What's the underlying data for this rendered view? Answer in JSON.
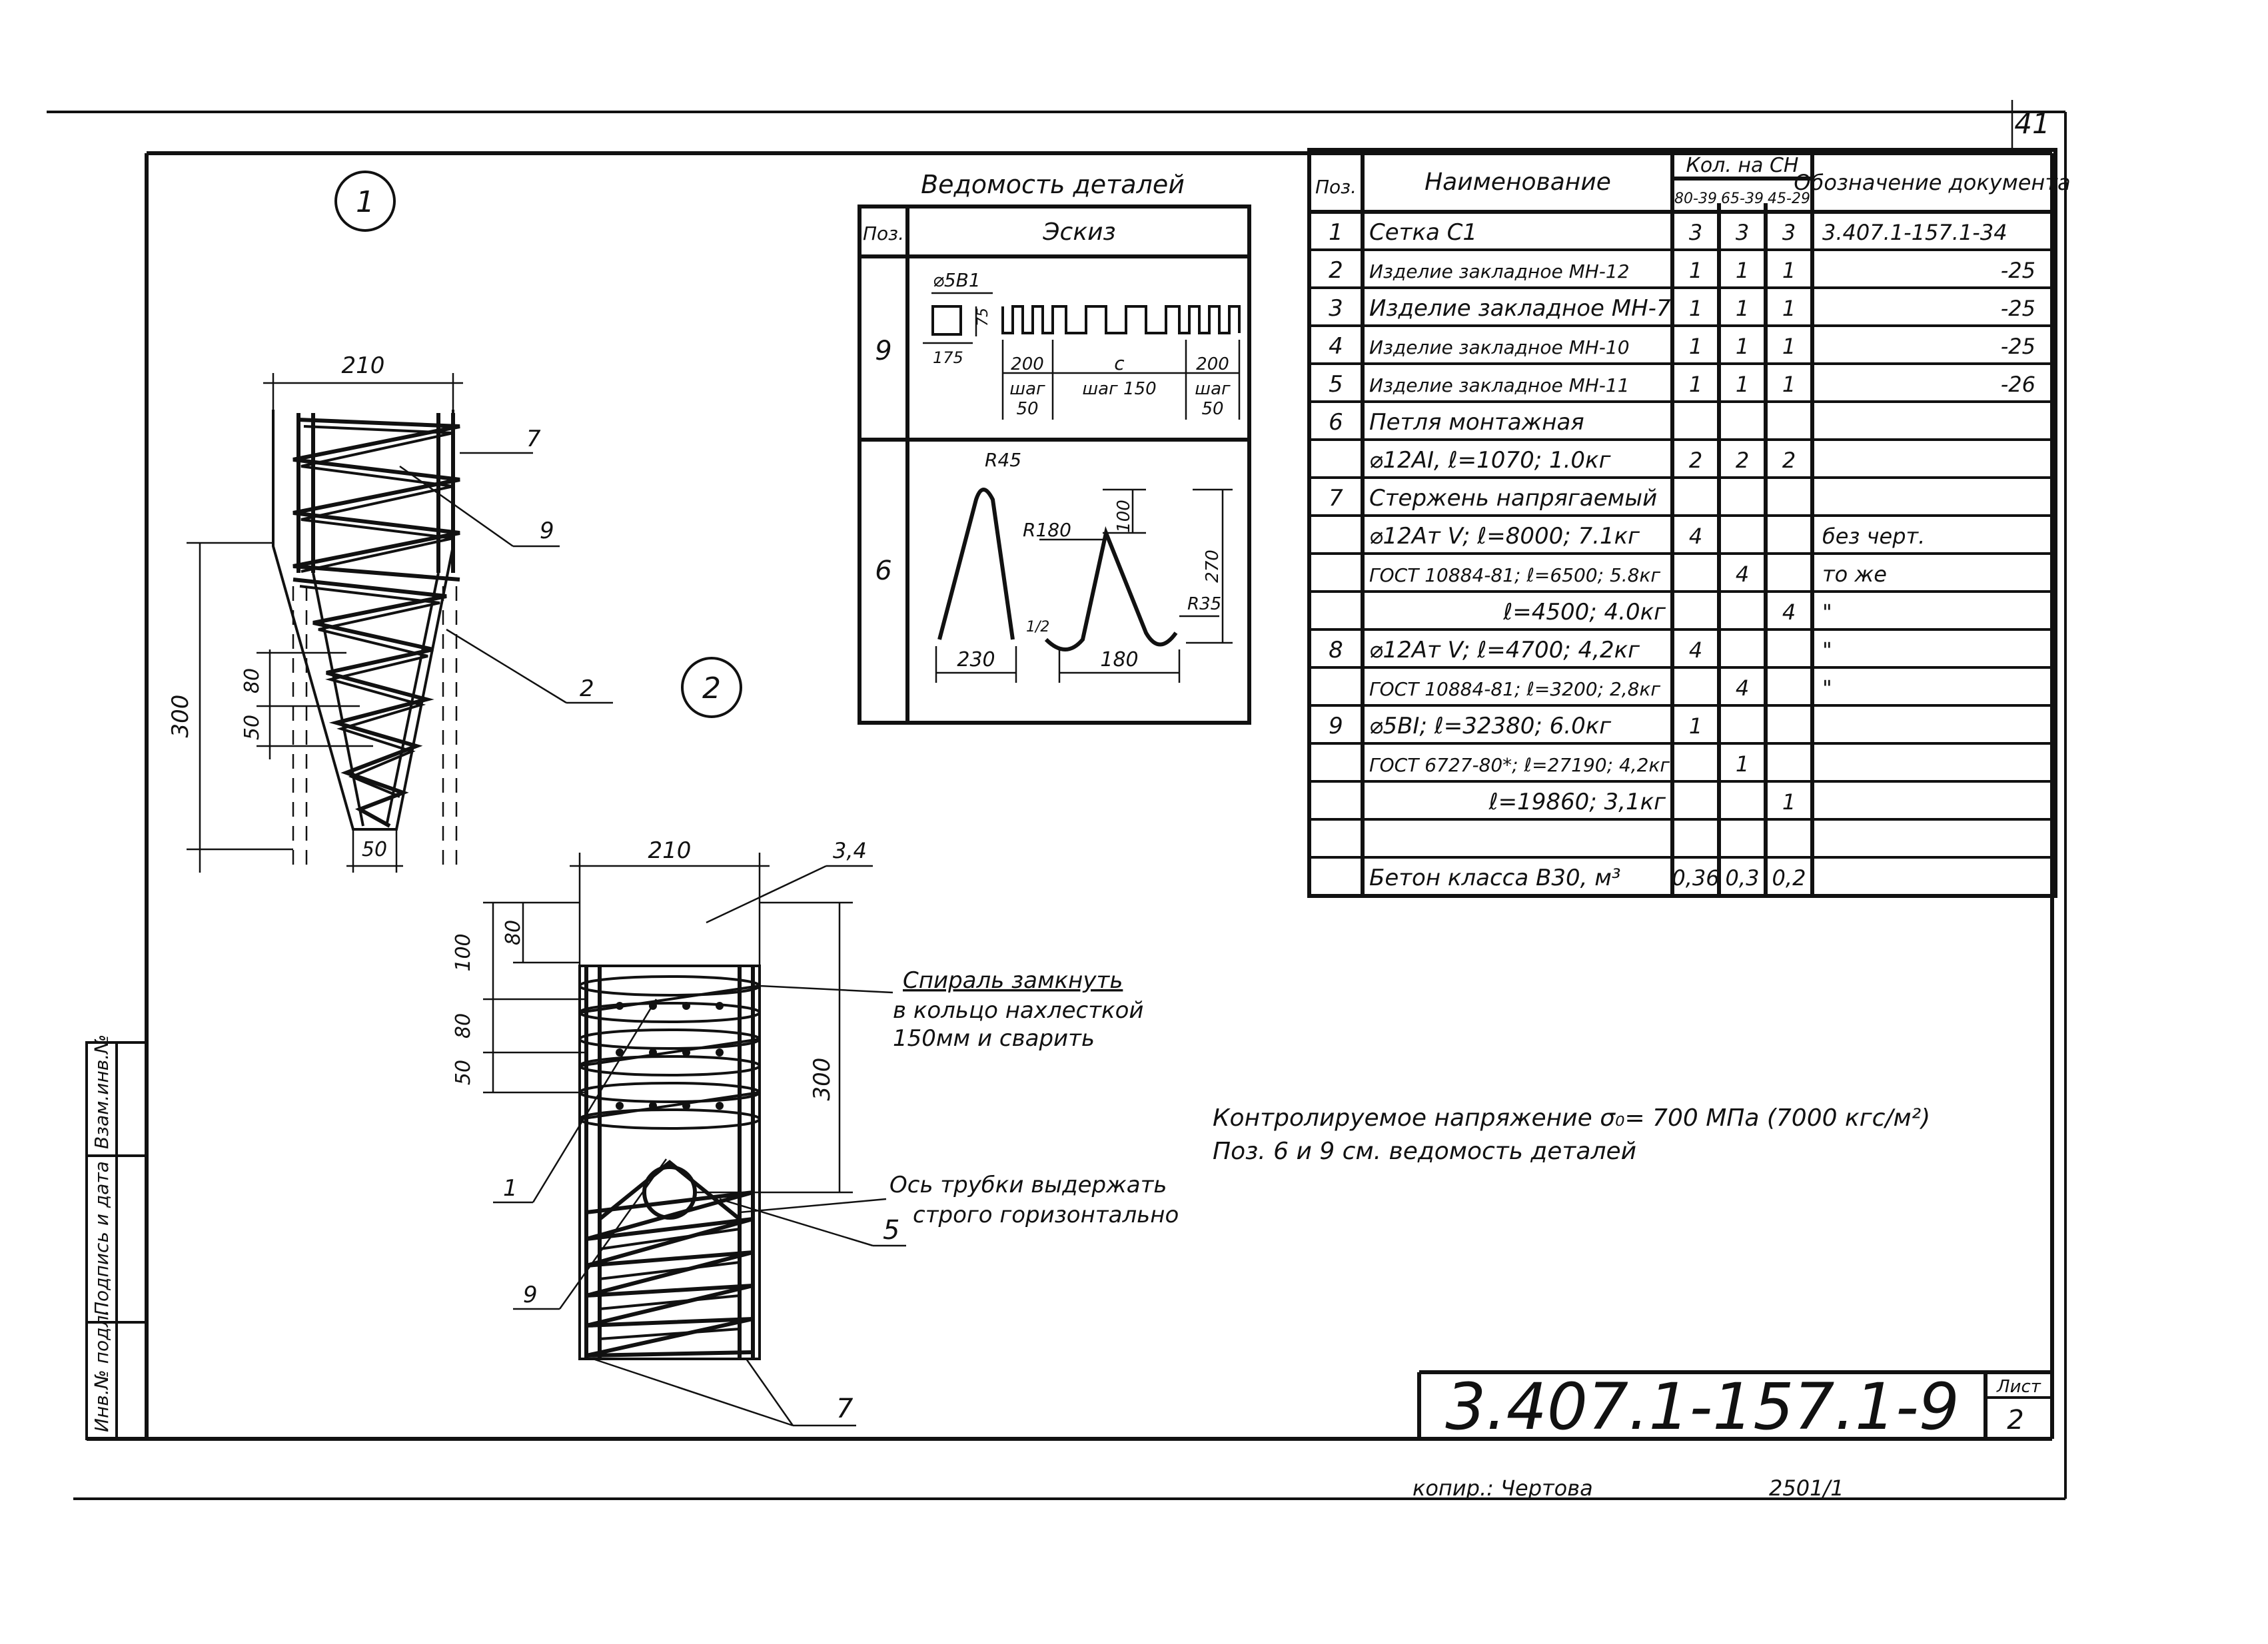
{
  "sheet_number": "41",
  "doc_code": "3.407.1-157.1-9",
  "list_label": "Лист",
  "list_value": "2",
  "copy_note": "копир.: Чертова",
  "copy_num": "2501/1",
  "view1_label": "1",
  "view2_label": "2",
  "side_stamp": [
    "Инв.№ подл.",
    "Подпись и дата",
    "Взам.инв.№"
  ],
  "view1_dims": {
    "top_width": "210",
    "height": "300",
    "pitch_a": "80",
    "pitch_b": "50",
    "bottom_width": "50",
    "callouts": [
      "7",
      "9",
      "2"
    ]
  },
  "view2_dims": {
    "top_width": "210",
    "height": "300",
    "dim_100": "100",
    "dim_80_top": "80",
    "dim_80": "80",
    "dim_50": "50",
    "callouts": [
      "3,4",
      "1",
      "9",
      "5",
      "7"
    ]
  },
  "notes": {
    "spiral_1": "Спираль замкнуть",
    "spiral_2": "в кольцо нахлесткой",
    "spiral_3": "150мм и сварить",
    "tube_1": "Ось трубки выдержать",
    "tube_2": "строго горизонтально",
    "stress_1": "Контролируемое   напряжение  σ₀= 700 МПа (7000 кгс/м²)",
    "stress_2": "Поз. 6 и 9 см.  ведомость   деталей"
  },
  "detail_sheet": {
    "title": "Ведомость деталей",
    "col_pos": "Поз.",
    "col_sketch": "Эскиз",
    "rows": [
      {
        "pos": "9",
        "labels": [
          "⌀5В1",
          "175",
          "75",
          "200",
          "с",
          "200",
          "шаг",
          "50",
          "шаг 150",
          "шаг",
          "50"
        ]
      },
      {
        "pos": "6",
        "labels": [
          "R45",
          "R180",
          "100",
          "270",
          "R35",
          "230",
          "180",
          "1/2"
        ]
      }
    ]
  },
  "spec_table": {
    "headers": {
      "pos": "Поз.",
      "name": "Наименование",
      "qty": "Кол. на СН",
      "qty_cols": [
        "80-39",
        "65-39",
        "45-29"
      ],
      "doc": "Обозначение документа"
    },
    "rows": [
      {
        "pos": "1",
        "name": "Сетка С1",
        "q1": "3",
        "q2": "3",
        "q3": "3",
        "doc": "3.407.1-157.1-34"
      },
      {
        "pos": "2",
        "name": "Изделие закладное МН-12",
        "q1": "1",
        "q2": "1",
        "q3": "1",
        "doc": "-25"
      },
      {
        "pos": "3",
        "name": "Изделие закладное МН-7",
        "q1": "1",
        "q2": "1",
        "q3": "1",
        "doc": "-25"
      },
      {
        "pos": "4",
        "name": "Изделие закладное МН-10",
        "q1": "1",
        "q2": "1",
        "q3": "1",
        "doc": "-25"
      },
      {
        "pos": "5",
        "name": "Изделие закладное МН-11",
        "q1": "1",
        "q2": "1",
        "q3": "1",
        "doc": "-26"
      },
      {
        "pos": "6",
        "name": "Петля монтажная",
        "q1": "",
        "q2": "",
        "q3": "",
        "doc": ""
      },
      {
        "pos": "",
        "name": "⌀12АI, ℓ=1070; 1.0кг",
        "q1": "2",
        "q2": "2",
        "q3": "2",
        "doc": ""
      },
      {
        "pos": "7",
        "name": "Стержень напрягаемый",
        "q1": "",
        "q2": "",
        "q3": "",
        "doc": ""
      },
      {
        "pos": "",
        "name": "⌀12Ат V; ℓ=8000; 7.1кг",
        "q1": "4",
        "q2": "",
        "q3": "",
        "doc": "без черт."
      },
      {
        "pos": "",
        "name": "ГОСТ 10884-81; ℓ=6500; 5.8кг",
        "q1": "",
        "q2": "4",
        "q3": "",
        "doc": "то же"
      },
      {
        "pos": "",
        "name": "ℓ=4500; 4.0кг",
        "q1": "",
        "q2": "",
        "q3": "4",
        "doc": "\""
      },
      {
        "pos": "8",
        "name": "⌀12Ат V; ℓ=4700; 4,2кг",
        "q1": "4",
        "q2": "",
        "q3": "",
        "doc": "\""
      },
      {
        "pos": "",
        "name": "ГОСТ 10884-81; ℓ=3200; 2,8кг",
        "q1": "",
        "q2": "4",
        "q3": "",
        "doc": "\""
      },
      {
        "pos": "9",
        "name": "⌀5ВI; ℓ=32380; 6.0кг",
        "q1": "1",
        "q2": "",
        "q3": "",
        "doc": ""
      },
      {
        "pos": "",
        "name": "ГОСТ 6727-80*; ℓ=27190; 4,2кг",
        "q1": "",
        "q2": "1",
        "q3": "",
        "doc": ""
      },
      {
        "pos": "",
        "name": "ℓ=19860; 3,1кг",
        "q1": "",
        "q2": "",
        "q3": "1",
        "doc": ""
      },
      {
        "pos": "",
        "name": "",
        "q1": "",
        "q2": "",
        "q3": "",
        "doc": ""
      },
      {
        "pos": "",
        "name": "Бетон класса В30, м³",
        "q1": "0,36",
        "q2": "0,3",
        "q3": "0,2",
        "doc": ""
      }
    ]
  }
}
